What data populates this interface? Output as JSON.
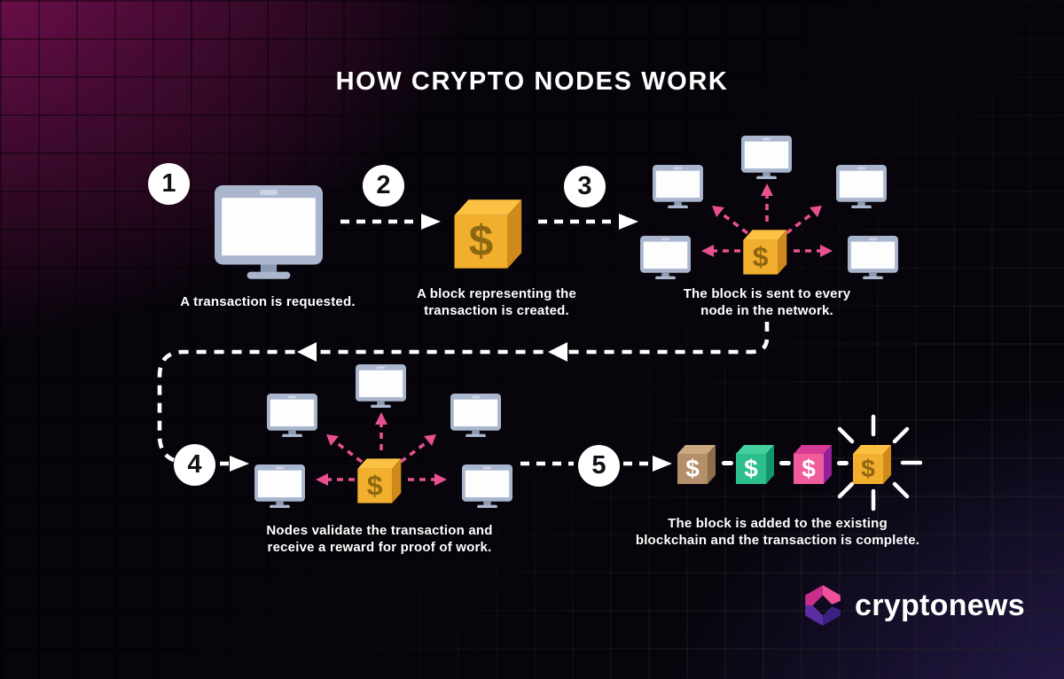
{
  "title": "HOW CRYPTO NODES WORK",
  "steps": [
    {
      "number": "1",
      "caption_lines": [
        "A transaction is requested."
      ]
    },
    {
      "number": "2",
      "caption_lines": [
        "A block representing the",
        "transaction is created."
      ]
    },
    {
      "number": "3",
      "caption_lines": [
        "The block is sent to every",
        "node in the network."
      ]
    },
    {
      "number": "4",
      "caption_lines": [
        "Nodes validate the transaction and",
        "receive a reward for proof of work."
      ]
    },
    {
      "number": "5",
      "caption_lines": [
        "The block is added to the existing",
        "blockchain and the transaction is complete."
      ]
    }
  ],
  "brand": {
    "name": "cryptonews"
  },
  "symbols": {
    "dollar": "$"
  },
  "colors": {
    "background_magenta": "#6d1650",
    "background_indigo": "#241847",
    "accent_pink": "#e8518f",
    "text_white": "#ffffff",
    "monitor": {
      "frame": "#a9b6ce",
      "screen": "#fdfdfe",
      "stand": "#8c9ab4",
      "camera": "#cdd5e2"
    },
    "cubes": {
      "gold": {
        "front": "#f2ae2d",
        "top": "#fcc043",
        "side": "#cf8a1b",
        "dollar": "#8f6711"
      },
      "brown": {
        "front": "#b3906b",
        "top": "#cbaa80",
        "side": "#8d6e4c",
        "dollar": "#ffffff"
      },
      "green": {
        "front": "#2bbf8d",
        "top": "#43d19e",
        "side": "#13946b",
        "dollar": "#ffffff"
      },
      "pink": {
        "front": "#f15c9b",
        "top": "#d63a94",
        "side": "#93209b",
        "dollar": "#ffffff"
      }
    },
    "logo": {
      "pink": "#f0509a",
      "magenta": "#c72e8c",
      "purple": "#5b2fa4",
      "indigo": "#3a2183"
    }
  }
}
